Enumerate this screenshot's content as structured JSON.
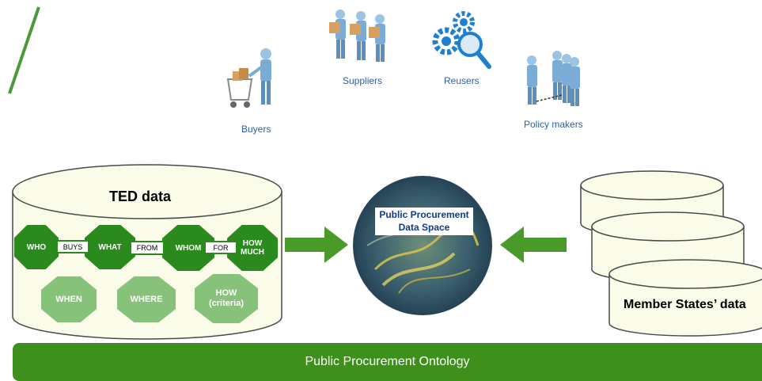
{
  "actors": {
    "buyers": "Buyers",
    "suppliers": "Suppliers",
    "reusers": "Reusers",
    "policy_makers": "Policy makers"
  },
  "ted": {
    "title": "TED data",
    "who": "WHO",
    "buys": "BUYS",
    "what": "WHAT",
    "from": "FROM",
    "whom": "WHOM",
    "for": "FOR",
    "how_much": "HOW MUCH",
    "when": "WHEN",
    "where": "WHERE",
    "how": "HOW",
    "criteria": "(criteria)"
  },
  "dataspace": {
    "line1": "Public Procurement",
    "line2": "Data Space"
  },
  "member_states": "Member States’ data",
  "ontology": "Public Procurement Ontology",
  "colors": {
    "green_dark": "#2a8a1e",
    "green_light": "#88c27a",
    "label_blue": "#2e5fa8",
    "db_fill": "#fbfbe9"
  }
}
